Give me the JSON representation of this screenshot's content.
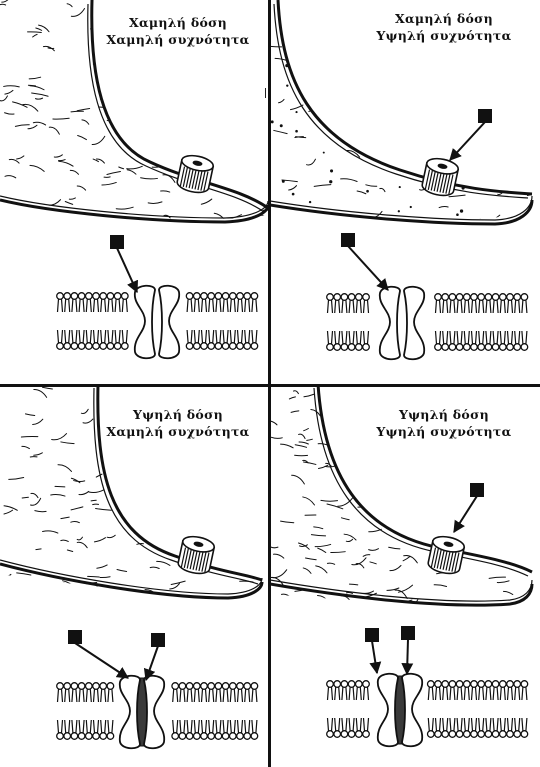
{
  "panels": [
    {
      "dose": "Χαμηλή δόση",
      "frequency": "Χαμηλή συχνότητα",
      "markers": 1,
      "channel_shaded": false,
      "cell_style": "dashes"
    },
    {
      "dose": "Χαμηλή δόση",
      "frequency": "Υψηλή συχνότητα",
      "markers": 2,
      "channel_shaded": false,
      "cell_style": "dots"
    },
    {
      "dose": "Υψηλή δόση",
      "frequency": "Χαμηλή συχνότητα",
      "markers": 2,
      "channel_shaded": true,
      "cell_style": "dashes"
    },
    {
      "dose": "Υψηλή δόση",
      "frequency": "Υψηλή συχνότητα",
      "markers": 3,
      "channel_shaded": true,
      "cell_style": "dashes"
    }
  ],
  "colors": {
    "ink": "#111111",
    "paper": "#ffffff",
    "channel_shade": "#3a3a3a"
  }
}
